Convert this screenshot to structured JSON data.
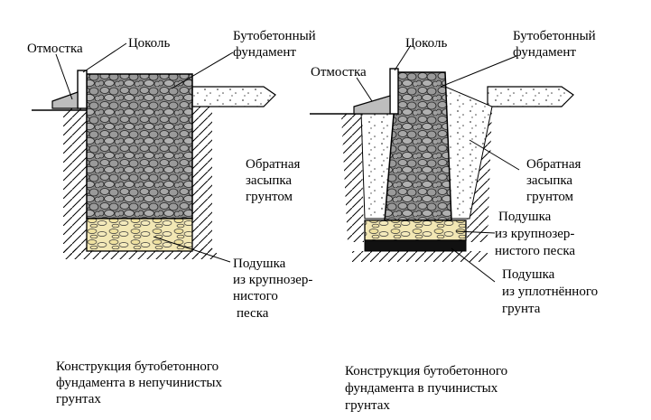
{
  "left": {
    "otmostka": "Отмостка",
    "tsokol": "Цоколь",
    "foundation": [
      "Бутобетонный",
      "фундамент"
    ],
    "backfill": [
      "Обратная",
      "засыпка",
      "грунтом"
    ],
    "cushion": [
      "Подушка",
      "из крупнозер-",
      "нистого",
      "песка"
    ],
    "caption": [
      "Конструкция бутобетонного",
      "фундамента в непучинистых",
      "грунтах"
    ]
  },
  "right": {
    "otmostka": "Отмостка",
    "tsokol": "Цоколь",
    "foundation": [
      "Бутобетонный",
      "фундамент"
    ],
    "backfill": [
      "Обратная",
      "засыпка",
      "грунтом"
    ],
    "cushion_sand": [
      "Подушка",
      "из крупнозер-",
      "нистого песка"
    ],
    "cushion_soil": [
      "Подушка",
      "из уплотнённого",
      "грунта"
    ],
    "caption": [
      "Конструкция бутобетонного",
      "фундамента в пучинистых",
      "грунтах"
    ]
  },
  "colors": {
    "stone": "#7a7a7a",
    "stone_dark": "#4a4a4a",
    "sand": "#f2e7b4",
    "compacted": "#111111",
    "ink": "#000000"
  }
}
